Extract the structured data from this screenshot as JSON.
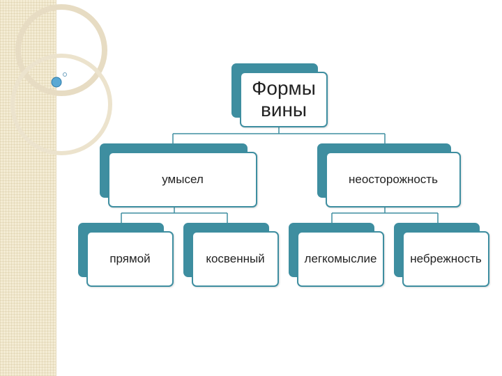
{
  "diagram": {
    "root": {
      "label": "Формы вины"
    },
    "branches": [
      {
        "label": "умысел",
        "children": [
          "прямой",
          "косвенный"
        ]
      },
      {
        "label": "неосторожность",
        "children": [
          "легкомыслие",
          "небрежность"
        ]
      }
    ]
  },
  "colors": {
    "node_back": "#3e8ea0",
    "connector": "#3e8ea0",
    "side_strip": "#f4ecd4"
  }
}
